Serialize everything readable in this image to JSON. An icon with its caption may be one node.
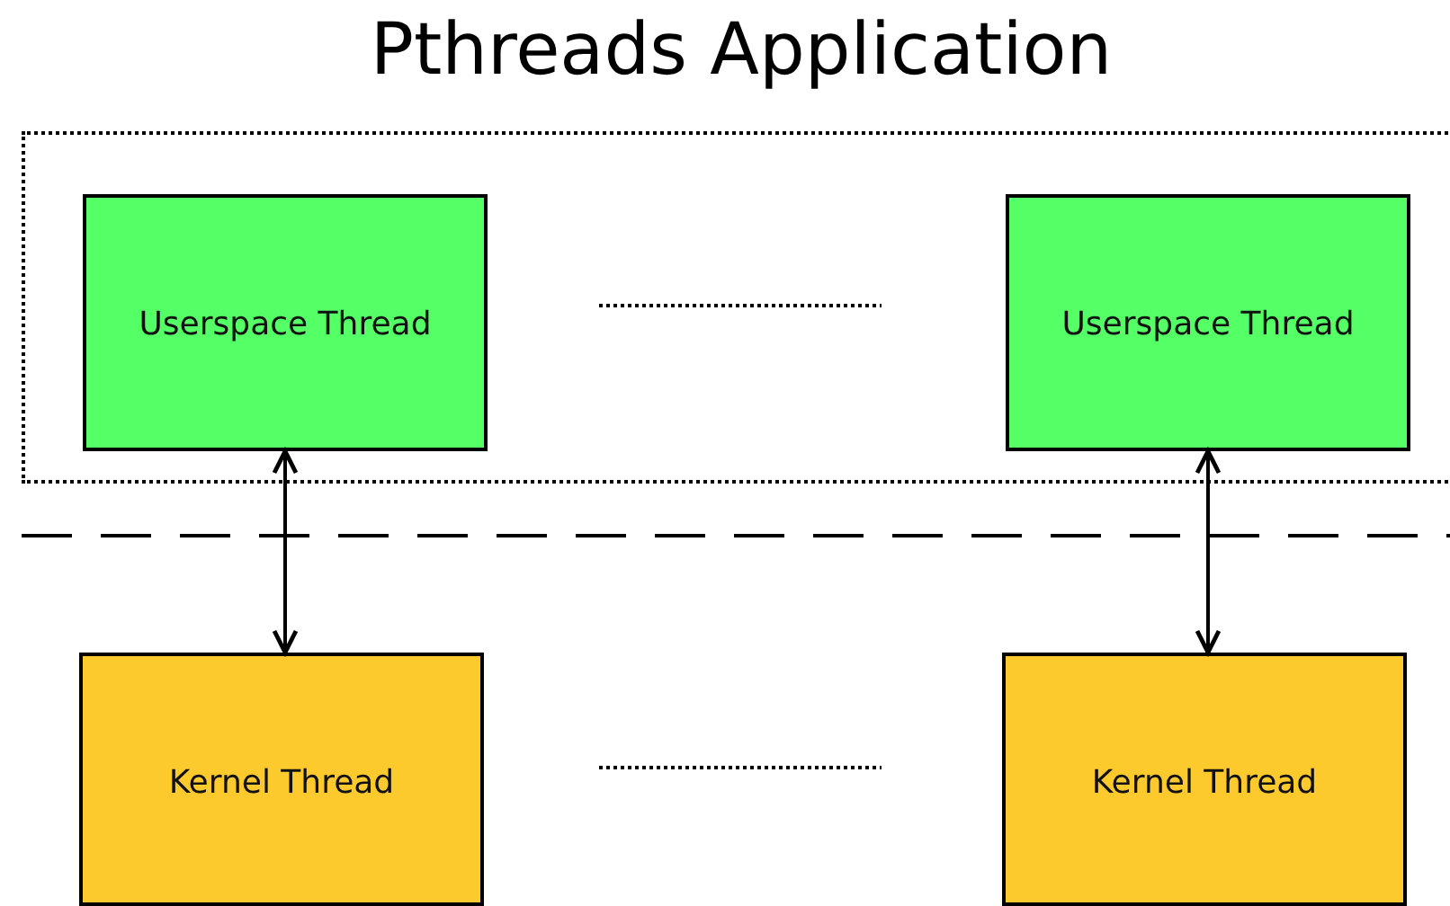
{
  "diagram": {
    "nodes": [
      {
        "text": [
          "Pthreads Application"
        ]
      },
      {
        "text": [
          "Userspace Thread"
        ],
        "in": 0
      },
      {
        "text": [
          "Userspace Thread"
        ],
        "in": 0
      },
      {
        "text": [
          "Kernel Thread"
        ]
      },
      {
        "text": [
          "Kernel Thread"
        ]
      }
    ],
    "edges": [
      {
        "from": 1,
        "to": 3,
        "arrow": "both"
      },
      {
        "from": 2,
        "to": 4,
        "arrow": "both"
      }
    ]
  }
}
